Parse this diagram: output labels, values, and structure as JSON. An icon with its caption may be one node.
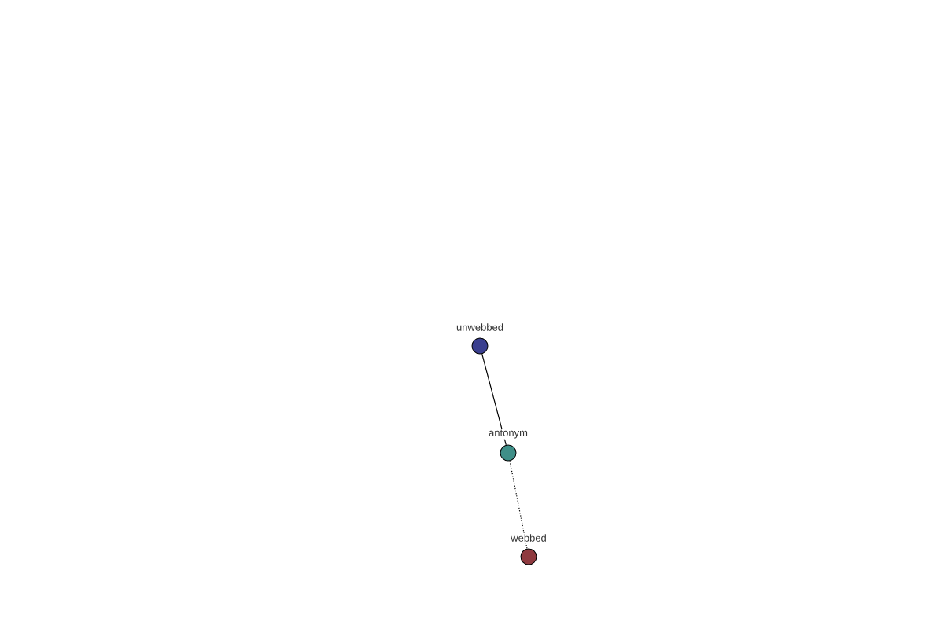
{
  "diagram": {
    "nodes": [
      {
        "text": [
          "unwebbed"
        ]
      },
      {
        "text": [
          "antonym"
        ]
      },
      {
        "text": [
          "webbed"
        ]
      }
    ],
    "edges": [
      {
        "from": 0,
        "to": 1,
        "arrow": "none"
      },
      {
        "from": 1,
        "to": 2,
        "arrow": "none",
        "style": "dashed"
      }
    ]
  }
}
